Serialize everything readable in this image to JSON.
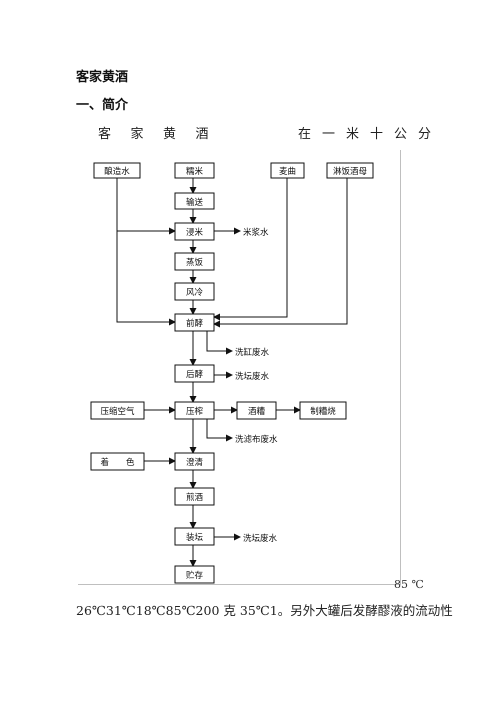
{
  "document": {
    "title": "客家黄酒",
    "section_heading": "一、简介",
    "intro_left": "客家黄酒",
    "intro_right": "在一米十公分",
    "temperature_tail": "85 ℃",
    "body_line": "26℃31℃18℃85℃200 克 35℃1。另外大罐后发酵醪液的流动性"
  },
  "flowchart": {
    "boxes": {
      "water": "酿造水",
      "rice": "糯米",
      "wheat_qu": "麦曲",
      "yeast": "淋饭酒母",
      "convey": "输送",
      "soak": "浸米",
      "steam": "蒸饭",
      "cool": "风冷",
      "pre_ferment": "前酵",
      "post_ferment": "后酵",
      "press": "压榨",
      "air": "压缩空气",
      "lees": "酒糟",
      "liquor": "制糟烧",
      "color": "着　　色",
      "clarify": "澄清",
      "decoct": "煎酒",
      "jar": "装坛",
      "store": "贮存"
    },
    "waste_labels": {
      "soak_water": "米浆水",
      "wash_tank": "洗缸废水",
      "wash_jar_1": "洗坛废水",
      "wash_filter": "洗滤布废水",
      "wash_jar_2": "洗坛废水"
    }
  }
}
